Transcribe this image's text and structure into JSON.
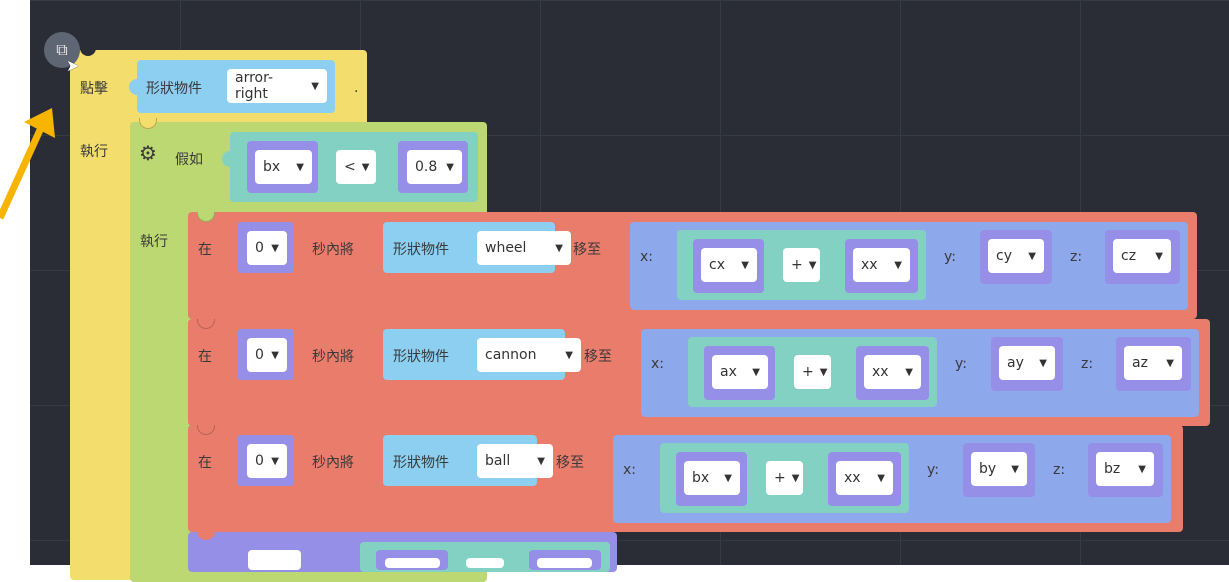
{
  "event_block": {
    "label": "點擊",
    "shape_label": "形狀物件",
    "shape_value": "arror-right",
    "dot": ".",
    "do_label": "執行"
  },
  "if_block": {
    "label": "假如",
    "do_label": "執行",
    "left": "bx",
    "op": "<",
    "right": "0.8"
  },
  "move_rows": [
    {
      "in": "在",
      "seconds": "0",
      "mid": "秒內將",
      "shape_label": "形狀物件",
      "shape": "wheel",
      "move_to": "移至",
      "x_label": "x:",
      "x1": "cx",
      "op": "+",
      "x2": "xx",
      "y_label": "y:",
      "y": "cy",
      "z_label": "z:",
      "z": "cz"
    },
    {
      "in": "在",
      "seconds": "0",
      "mid": "秒內將",
      "shape_label": "形狀物件",
      "shape": "cannon",
      "move_to": "移至",
      "x_label": "x:",
      "x1": "ax",
      "op": "+",
      "x2": "xx",
      "y_label": "y:",
      "y": "ay",
      "z_label": "z:",
      "z": "az"
    },
    {
      "in": "在",
      "seconds": "0",
      "mid": "秒內將",
      "shape_label": "形狀物件",
      "shape": "ball",
      "move_to": "移至",
      "x_label": "x:",
      "x1": "bx",
      "op": "+",
      "x2": "xx",
      "y_label": "y:",
      "y": "by",
      "z_label": "z:",
      "z": "bz"
    }
  ],
  "colors": {
    "canvas": "#2a2d35",
    "event": "#f3dd6d",
    "if": "#bcd872",
    "move": "#e97c6b",
    "shape": "#8dcff0",
    "math": "#83d1c2",
    "variable": "#958fe8",
    "xyz": "#8ea8ec",
    "arrow": "#f7b500"
  }
}
